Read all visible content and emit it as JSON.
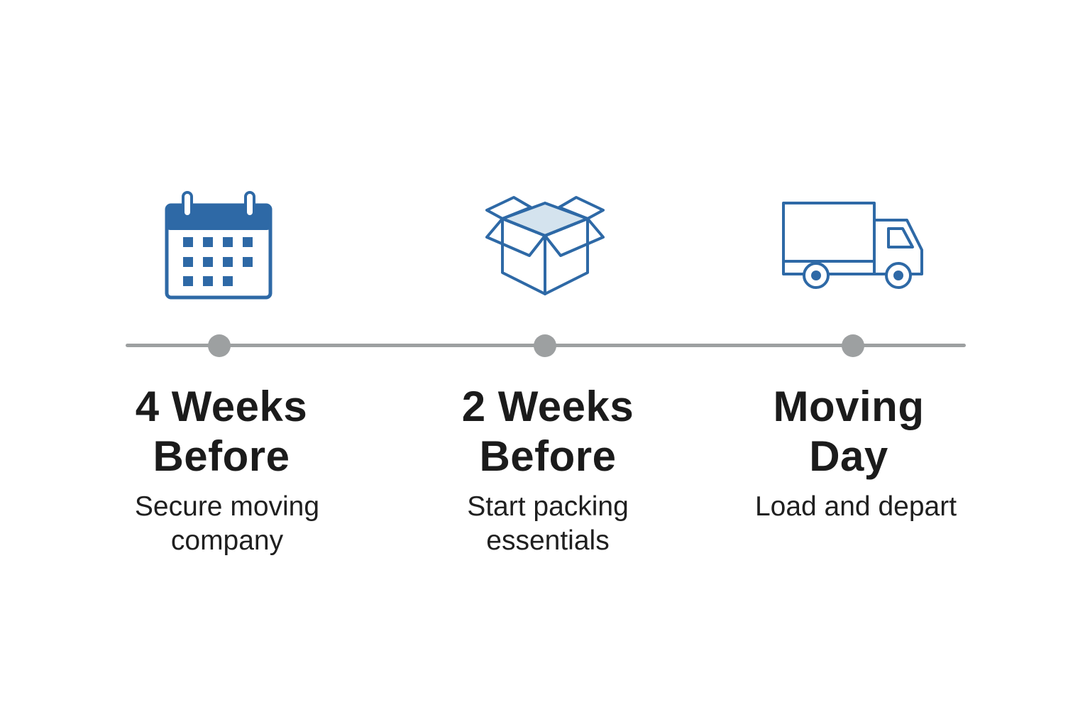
{
  "colors": {
    "icon_blue": "#2e69a6",
    "icon_fill_light": "#d4e3ee",
    "timeline_gray": "#9da0a1",
    "text_dark": "#1b1b1b"
  },
  "steps": [
    {
      "icon": "calendar-icon",
      "title_line1": "4 Weeks",
      "title_line2": "Before",
      "desc_line1": "Secure moving",
      "desc_line2": "company"
    },
    {
      "icon": "open-box-icon",
      "title_line1": "2 Weeks",
      "title_line2": "Before",
      "desc_line1": "Start packing",
      "desc_line2": "essentials"
    },
    {
      "icon": "moving-truck-icon",
      "title_line1": "Moving",
      "title_line2": "Day",
      "desc_line1": "Load and depart",
      "desc_line2": ""
    }
  ]
}
